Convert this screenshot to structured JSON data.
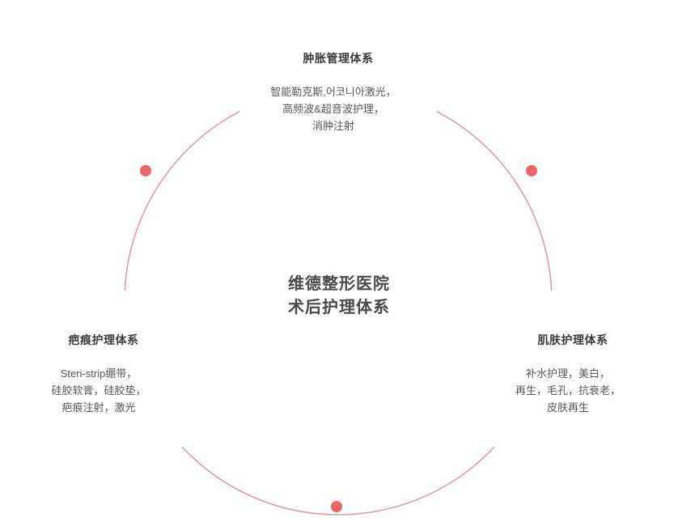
{
  "diagram": {
    "center": {
      "line1": "维德整形医院",
      "line2": "术后护理体系"
    },
    "arc": {
      "color": "#d78d97",
      "dot_color": "#e8555a",
      "dots": 3
    },
    "nodes": [
      {
        "id": "swelling",
        "title": "肿胀管理体系",
        "ring_color": "#e8443f",
        "body_lines": [
          "智能勒克斯,어코니아激光，",
          "高频波&超音波护理，",
          "消肿注射"
        ]
      },
      {
        "id": "scar",
        "title": "疤痕护理体系",
        "ring_color": "#ed6b22",
        "body_lines": [
          "Steri-strip绷带，",
          "硅胶软膏，硅胶垫，",
          "疤痕注射，激光"
        ]
      },
      {
        "id": "skin",
        "title": "肌肤护理体系",
        "ring_color": "#f0a010",
        "body_lines": [
          "补水护理，美白，",
          "再生，毛孔，抗衰老，",
          "皮肤再生"
        ]
      }
    ]
  }
}
